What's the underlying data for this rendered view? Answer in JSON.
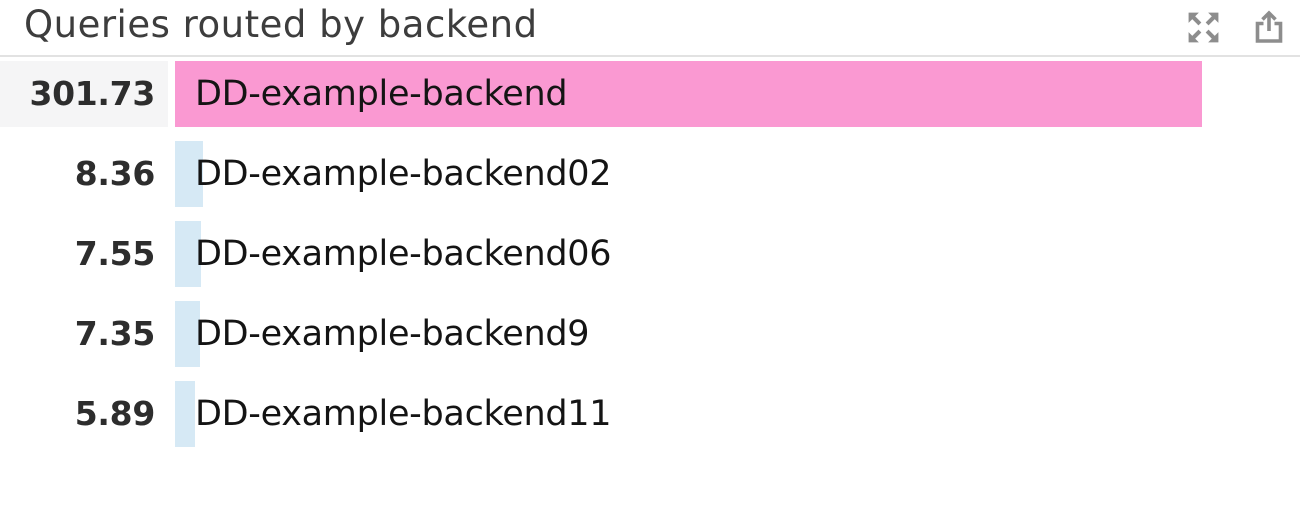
{
  "header": {
    "title": "Queries routed by backend",
    "actions": [
      {
        "icon": "expand-icon"
      },
      {
        "icon": "export-icon"
      }
    ]
  },
  "chart_data": {
    "type": "bar",
    "orientation": "horizontal",
    "title": "Queries routed by backend",
    "categories": [
      "DD-example-backend",
      "DD-example-backend02",
      "DD-example-backend06",
      "DD-example-backend9",
      "DD-example-backend11"
    ],
    "values": [
      301.73,
      8.36,
      7.55,
      7.35,
      5.89
    ],
    "value_labels": [
      "301.73",
      "8.36",
      "7.55",
      "7.35",
      "5.89"
    ],
    "xlim": [
      0,
      301.73
    ],
    "highlighted_index": 0,
    "grid": false,
    "legend": "none",
    "colors": {
      "highlight_bar": "#fa99d2",
      "default_bar": "#d6e9f5",
      "highlight_row_bg": "#f5f5f6",
      "title_text": "#3d3d3d",
      "value_text": "#2d2d2d",
      "label_text": "#141414",
      "icon": "#8d8d8d",
      "header_border": "#e2e2e2",
      "background": "#ffffff"
    }
  }
}
